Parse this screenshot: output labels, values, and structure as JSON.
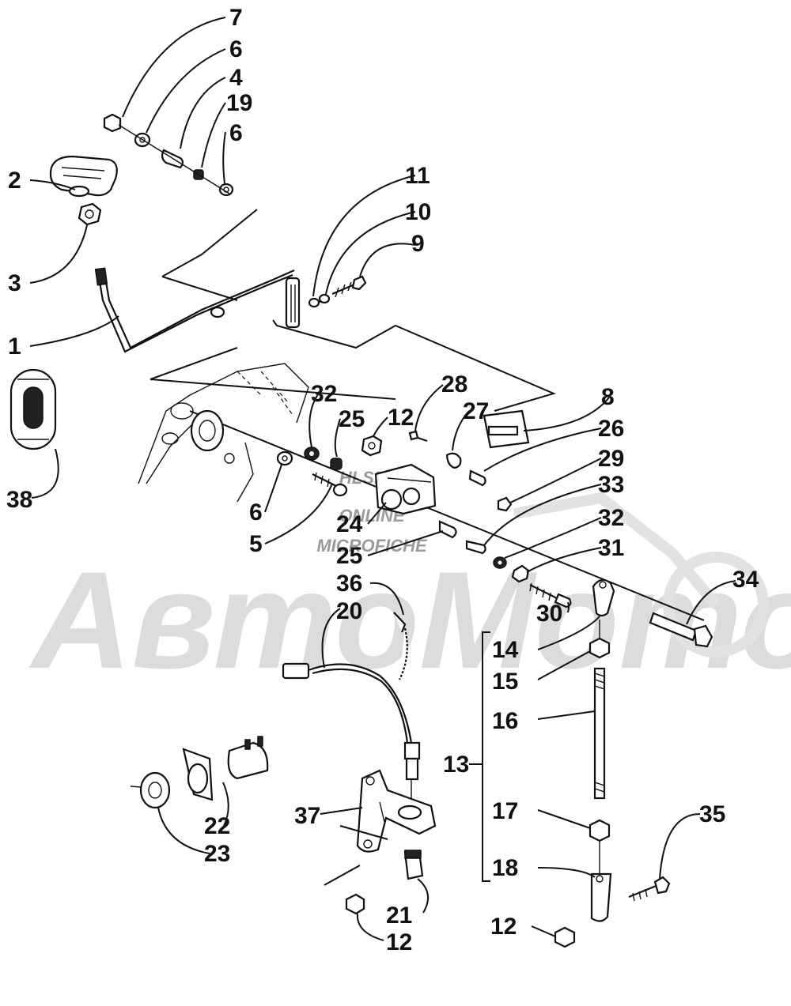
{
  "watermark": {
    "small_lines": [
      "HLSM'S",
      "ONLINE",
      "MICROFICHE"
    ],
    "large_text": "АвтоМото",
    "color": "#d9d9d9"
  },
  "callouts": [
    {
      "id": "c7",
      "text": "7"
    },
    {
      "id": "c6a",
      "text": "6"
    },
    {
      "id": "c4",
      "text": "4"
    },
    {
      "id": "c19",
      "text": "19"
    },
    {
      "id": "c6b",
      "text": "6"
    },
    {
      "id": "c2",
      "text": "2"
    },
    {
      "id": "c3",
      "text": "3"
    },
    {
      "id": "c1",
      "text": "1"
    },
    {
      "id": "c11",
      "text": "11"
    },
    {
      "id": "c10",
      "text": "10"
    },
    {
      "id": "c9",
      "text": "9"
    },
    {
      "id": "c38",
      "text": "38"
    },
    {
      "id": "c32a",
      "text": "32"
    },
    {
      "id": "c25a",
      "text": "25"
    },
    {
      "id": "c12a",
      "text": "12"
    },
    {
      "id": "c28",
      "text": "28"
    },
    {
      "id": "c27",
      "text": "27"
    },
    {
      "id": "c8",
      "text": "8"
    },
    {
      "id": "c26",
      "text": "26"
    },
    {
      "id": "c29",
      "text": "29"
    },
    {
      "id": "c33",
      "text": "33"
    },
    {
      "id": "c32b",
      "text": "32"
    },
    {
      "id": "c6c",
      "text": "6"
    },
    {
      "id": "c5",
      "text": "5"
    },
    {
      "id": "c24",
      "text": "24"
    },
    {
      "id": "c25b",
      "text": "25"
    },
    {
      "id": "c31",
      "text": "31"
    },
    {
      "id": "c36",
      "text": "36"
    },
    {
      "id": "c34",
      "text": "34"
    },
    {
      "id": "c30",
      "text": "30"
    },
    {
      "id": "c20",
      "text": "20"
    },
    {
      "id": "c14",
      "text": "14"
    },
    {
      "id": "c15",
      "text": "15"
    },
    {
      "id": "c16",
      "text": "16"
    },
    {
      "id": "c13",
      "text": "13"
    },
    {
      "id": "c37",
      "text": "37"
    },
    {
      "id": "c22",
      "text": "22"
    },
    {
      "id": "c17",
      "text": "17"
    },
    {
      "id": "c35",
      "text": "35"
    },
    {
      "id": "c23",
      "text": "23"
    },
    {
      "id": "c18",
      "text": "18"
    },
    {
      "id": "c21",
      "text": "21"
    },
    {
      "id": "c12b",
      "text": "12"
    },
    {
      "id": "c12c",
      "text": "12"
    }
  ]
}
